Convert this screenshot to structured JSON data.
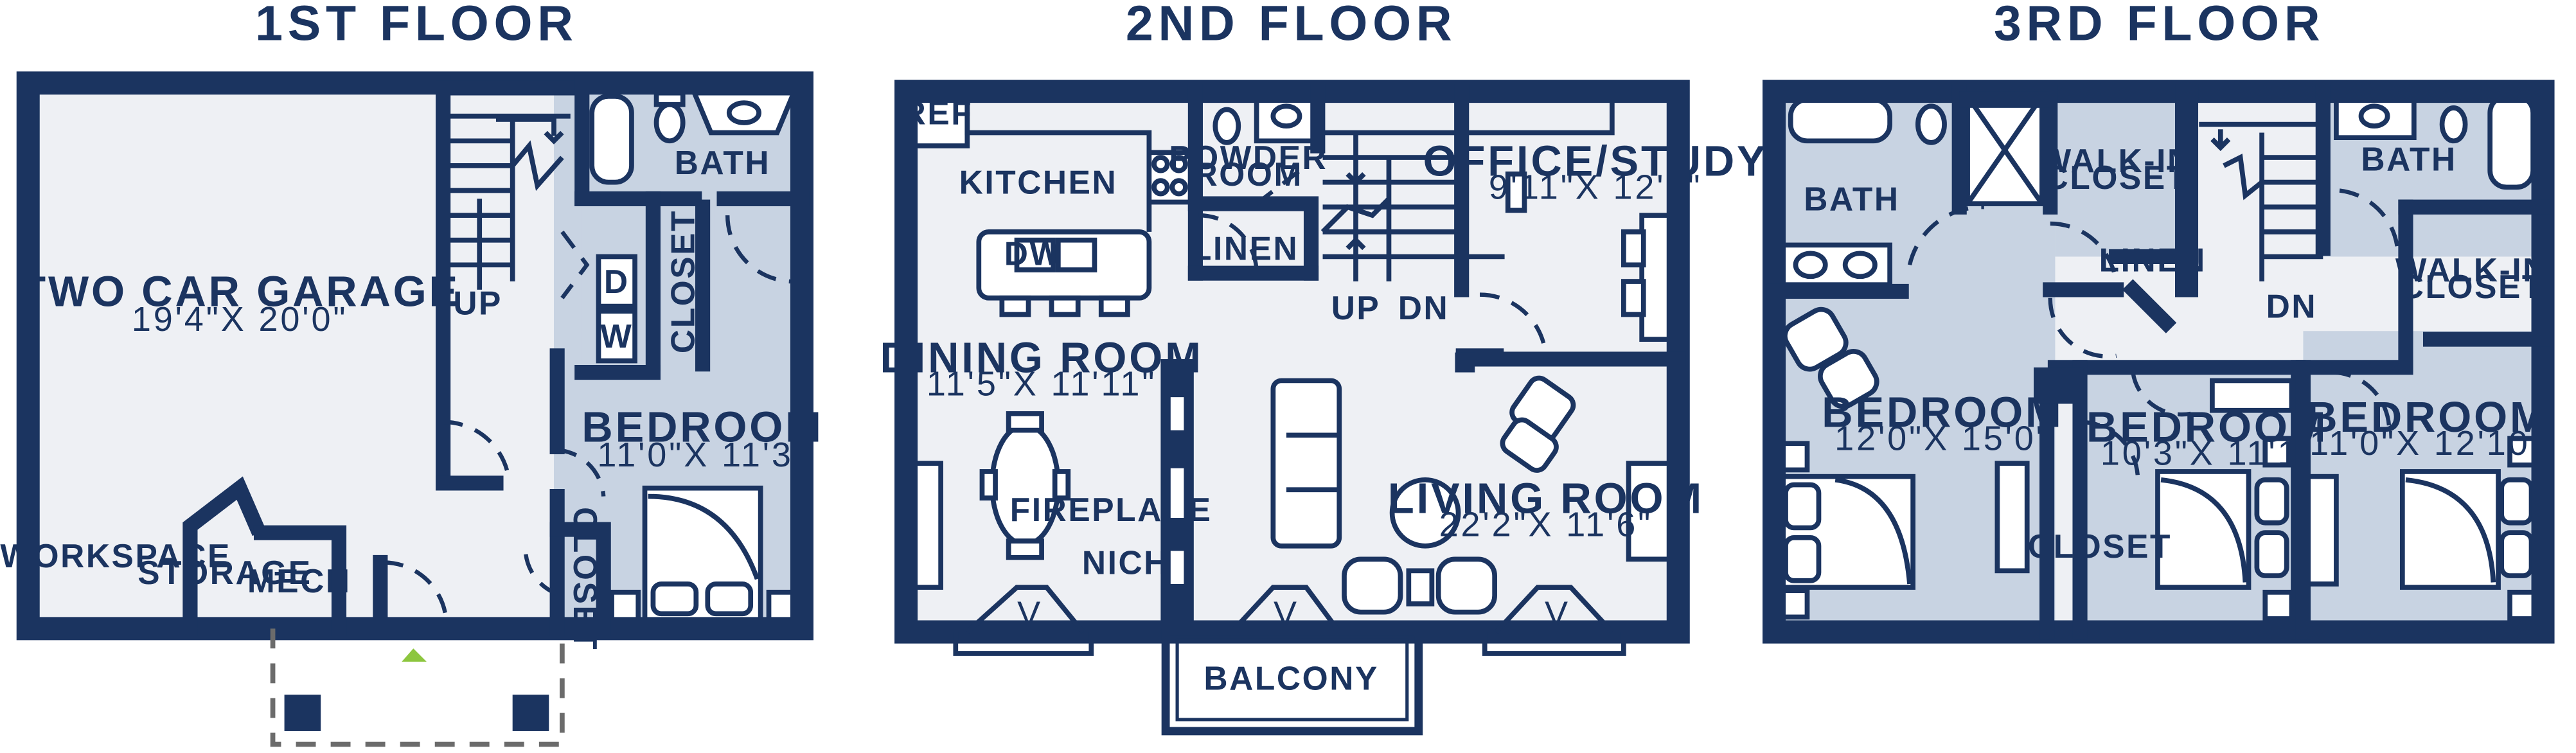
{
  "floors": {
    "first": {
      "title": "1ST FLOOR",
      "garage_name": "TWO CAR GARAGE",
      "garage_dim": "19'4\"X 20'0\"",
      "workspace": "WORKSPACE",
      "storage": "STORAGE",
      "mech": "MECH",
      "up": "UP",
      "bath": "BATH",
      "closet": "CLOSET",
      "closet2": "CLOSET",
      "dryer": "D",
      "washer": "W",
      "bedroom_name": "BEDROOM",
      "bedroom_dim": "11'0\"X 11'3\""
    },
    "second": {
      "title": "2ND FLOOR",
      "ref": "REF",
      "kitchen": "KITCHEN",
      "dw": "DW",
      "powder_room_1": "POWDER",
      "powder_room_2": "ROOM",
      "linen": "LINEN",
      "up": "UP",
      "dn": "DN",
      "office_name": "OFFICE/STUDY",
      "office_dim": "9'11\"X 12'6\"",
      "dining_name": "DINING ROOM",
      "dining_dim": "11'5\"X 11'11\"",
      "fireplace": "FIREPLACE",
      "niche": "NICHE",
      "living_name": "LIVING ROOM",
      "living_dim": "22'2\"X 11'6\"",
      "balcony": "BALCONY"
    },
    "third": {
      "title": "3RD FLOOR",
      "bath_left": "BATH",
      "walkin_1": "WALK-IN",
      "walkin_2": "CLOSET",
      "linen": "LINEN",
      "dn": "DN",
      "bath_right": "BATH",
      "walkin_r1": "WALK-IN",
      "walkin_r2": "CLOSET",
      "bed1_name": "BEDROOM",
      "bed1_dim": "12'0\"X 15'0\"",
      "bed2_name": "BEDROOM",
      "bed2_dim": "10'3\"X 11'1\"",
      "bed3_name": "BEDROOM",
      "bed3_dim": "11'0\"X 12'10\"",
      "closet": "CLOSET"
    }
  },
  "colors": {
    "wall": "#1b3460",
    "floor": "#eef0f4",
    "bedroom_fill": "#c8d3e2",
    "entry_marker": "#8dc63f"
  }
}
